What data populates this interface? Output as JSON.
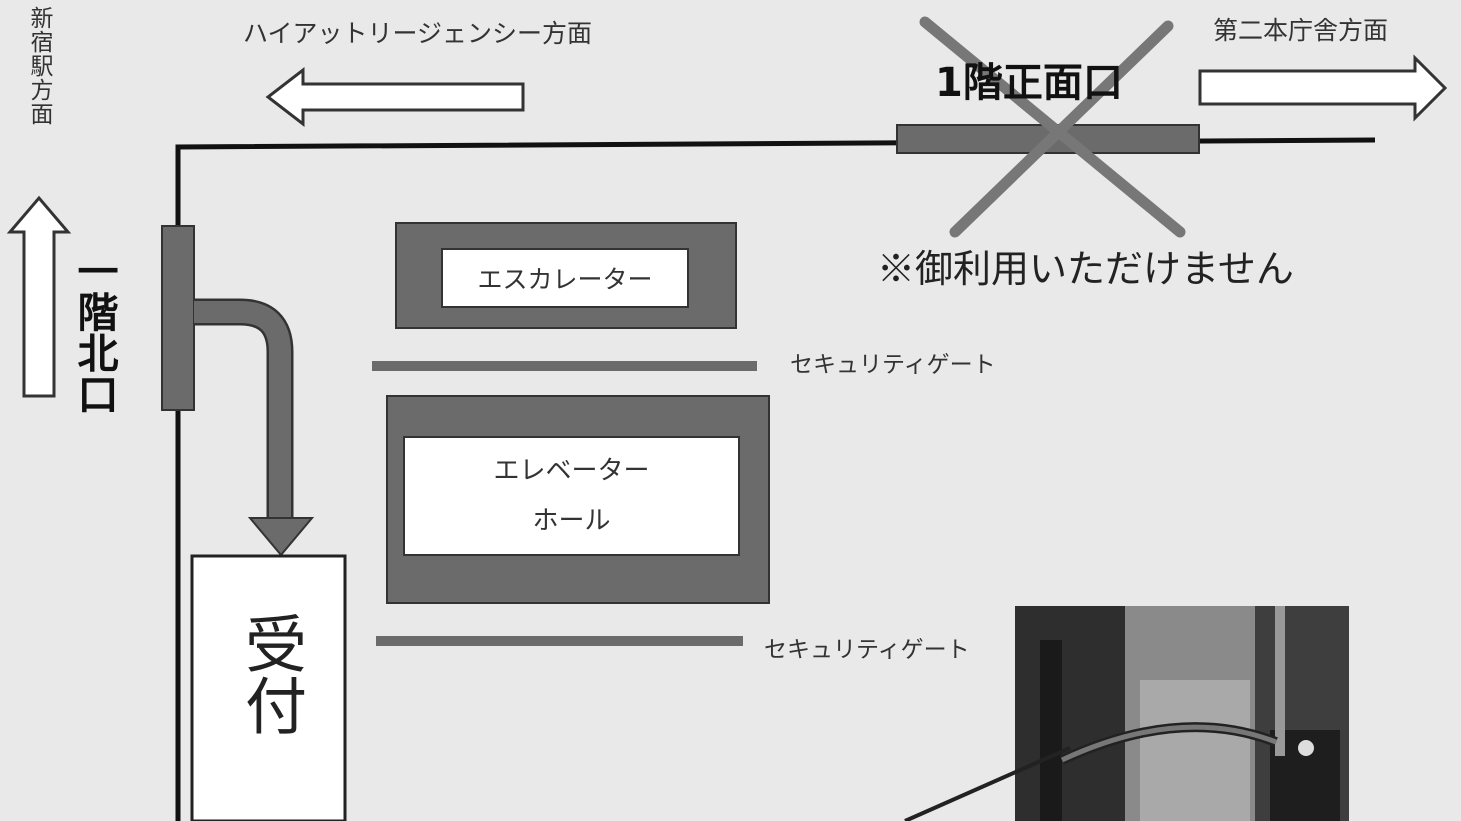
{
  "directions": {
    "shinjuku_station": "新宿駅方面",
    "hyatt_regency": "ハイアットリージェンシー方面",
    "second_building": "第二本庁舎方面"
  },
  "entrances": {
    "front_entrance": "1階正面口",
    "front_notice": "※御利用いただけません",
    "north_entrance": "一階北口"
  },
  "areas": {
    "escalator": "エスカレーター",
    "elevator_line1": "エレベーター",
    "elevator_line2": "ホール",
    "reception": "受付"
  },
  "gates": {
    "upper": "セキュリティゲート",
    "lower": "セキュリティゲート"
  },
  "colors": {
    "background": "#e9e9e9",
    "wall": "#111111",
    "structure": "#6b6b6b",
    "cross": "#777777"
  }
}
